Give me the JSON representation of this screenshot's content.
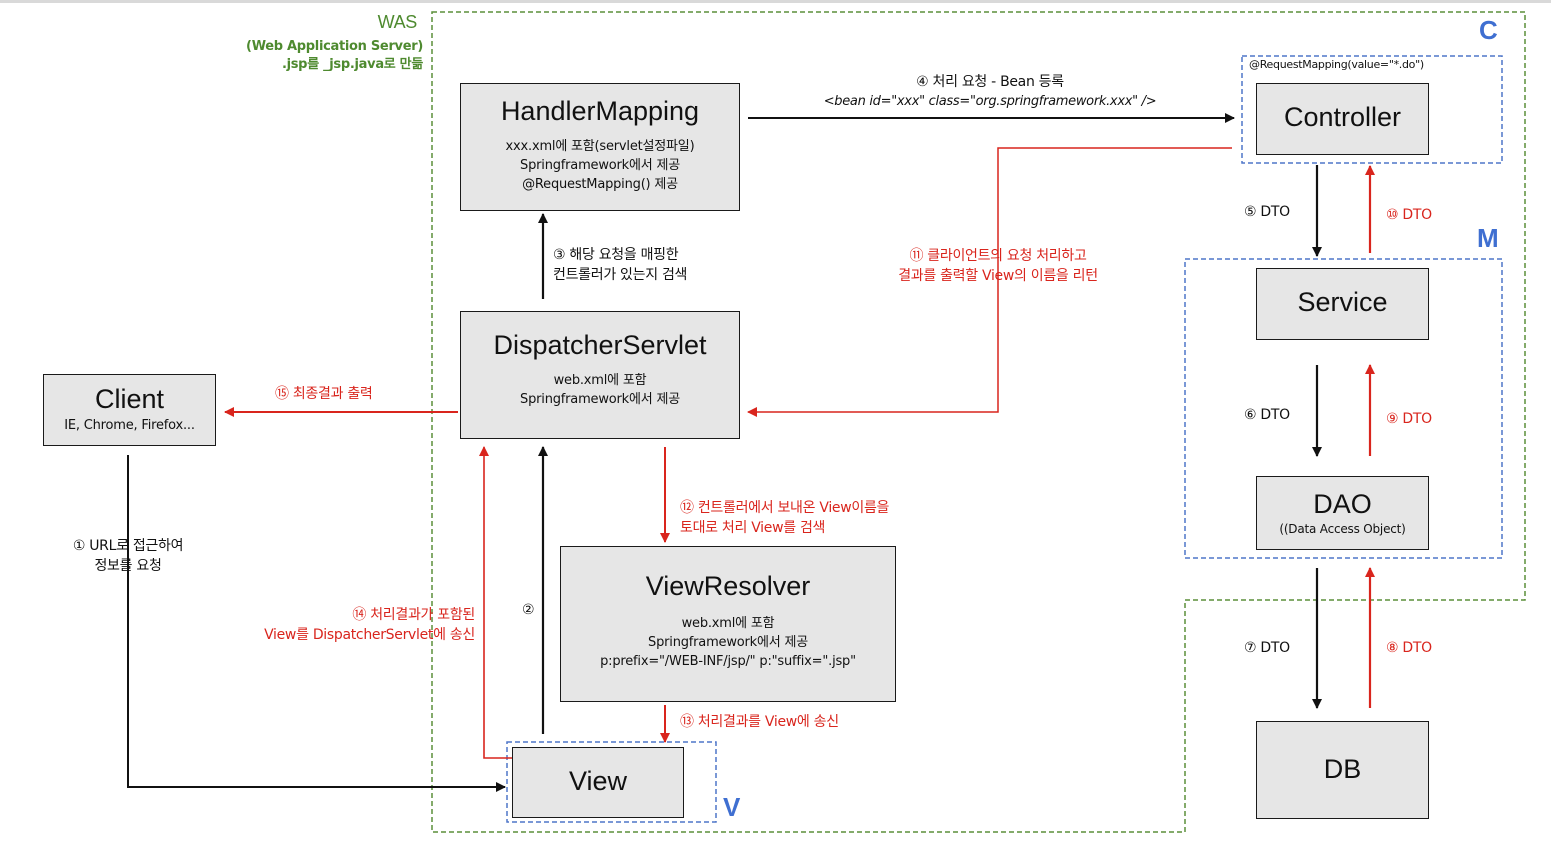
{
  "was": {
    "title": "WAS",
    "subtitle": "(Web Application Server)\n.jsp를 _jsp.java로 만듦"
  },
  "layer_labels": {
    "c": "C",
    "m": "M",
    "v": "V"
  },
  "controller_annotation": "@RequestMapping(value=\"*.do\")",
  "boxes": {
    "handler_mapping": {
      "title": "HandlerMapping",
      "sub": "xxx.xml에 포함(servlet설정파일)\nSpringframework에서 제공\n@RequestMapping() 제공"
    },
    "dispatcher": {
      "title": "DispatcherServlet",
      "sub": "web.xml에 포함\nSpringframework에서 제공"
    },
    "view_resolver": {
      "title": "ViewResolver",
      "sub": "web.xml에 포함\nSpringframework에서 제공\np:prefix=\"/WEB-INF/jsp/\"  p:\"suffix=\".jsp\""
    },
    "client": {
      "title": "Client",
      "sub": "IE, Chrome, Firefox..."
    },
    "view": {
      "title": "View"
    },
    "controller": {
      "title": "Controller"
    },
    "service": {
      "title": "Service"
    },
    "dao": {
      "title": "DAO",
      "sub": "((Data Access Object)"
    },
    "db": {
      "title": "DB"
    }
  },
  "labels": {
    "step1": "① URL로 접근하여\n정보를 요청",
    "step2": "②",
    "step3": "③ 해당 요청을 매핑한\n컨트롤러가 있는지 검색",
    "step4_line1": "④ 처리 요청 - Bean 등록",
    "step4_line2": "<bean id=\"xxx\" class=\"org.springframework.xxx\" />",
    "step5": "⑤ DTO",
    "step6": "⑥ DTO",
    "step7": "⑦ DTO",
    "step8": "⑧ DTO",
    "step9": "⑨ DTO",
    "step10": "⑩ DTO",
    "step11": "⑪ 클라이언트의 요청 처리하고\n결과를 출력할 View의 이름을 리턴",
    "step12": "⑫ 컨트롤러에서 보내온 View이름을\n토대로 처리 View를 검색",
    "step13": "⑬ 처리결과를 View에 송신",
    "step14": "⑭ 처리결과가 포함된\nView를 DispatcherServlet에 송신",
    "step15": "⑮ 최종결과 출력"
  },
  "colors": {
    "black_arrow": "#111111",
    "red_arrow": "#d9251d",
    "was_border": "#5b8f3a",
    "layer_border": "#4f76c9",
    "box_fill": "#e6e6e6"
  }
}
